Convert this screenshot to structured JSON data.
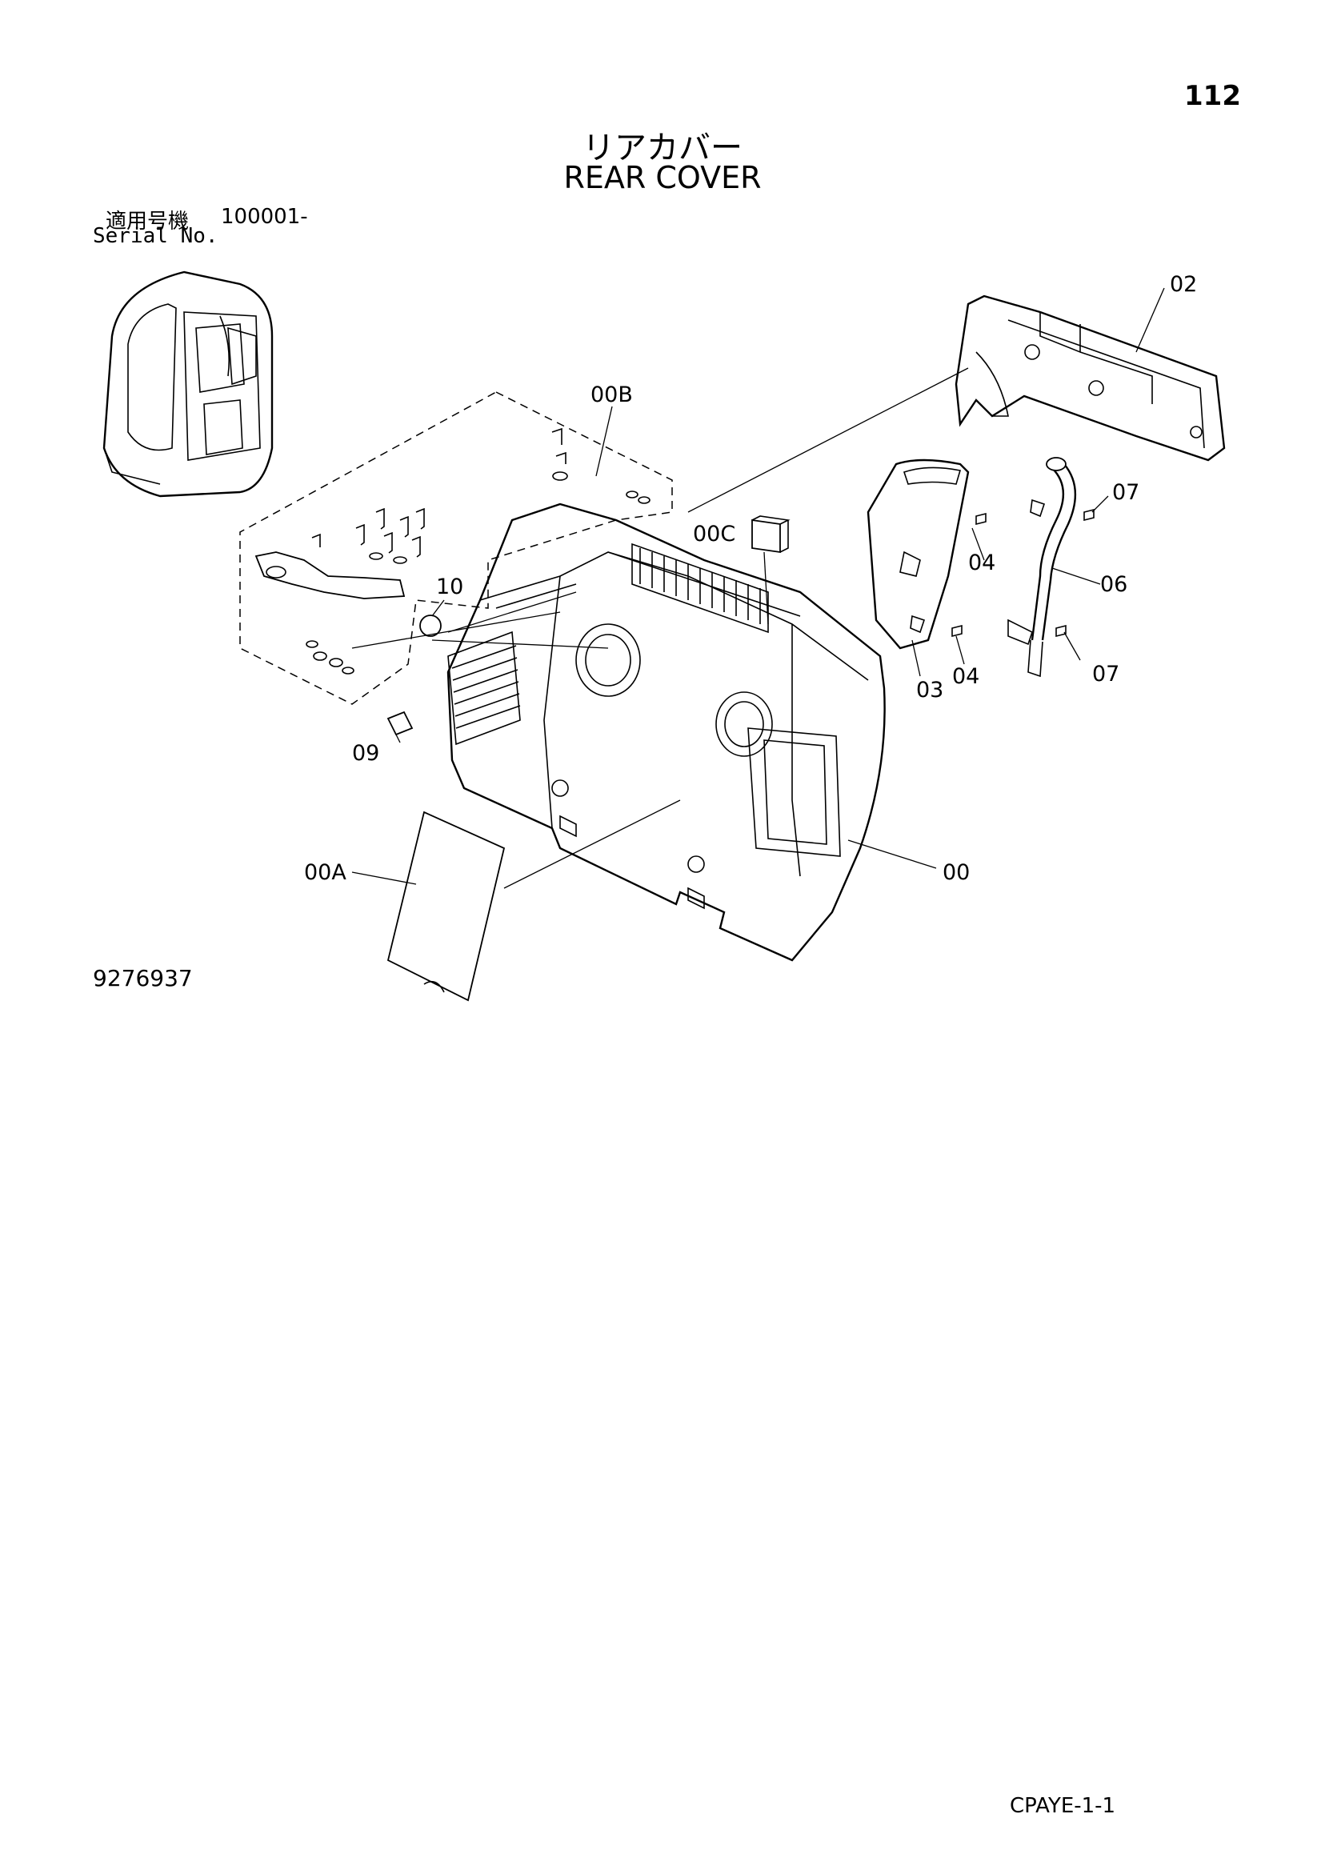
{
  "page_number": "112",
  "title_jp": "リアカバー",
  "title_en": "REAR COVER",
  "serial": {
    "label_jp": "適用号機",
    "range": "100001-",
    "label_en": "Serial No."
  },
  "drawing_number": "9276937",
  "footer_code": "CPAYE-1-1",
  "callouts": {
    "c00": "00",
    "c00A": "00A",
    "c00B": "00B",
    "c00C": "00C",
    "c02": "02",
    "c03": "03",
    "c04a": "04",
    "c04b": "04",
    "c06": "06",
    "c07a": "07",
    "c07b": "07",
    "c09": "09",
    "c10": "10"
  }
}
